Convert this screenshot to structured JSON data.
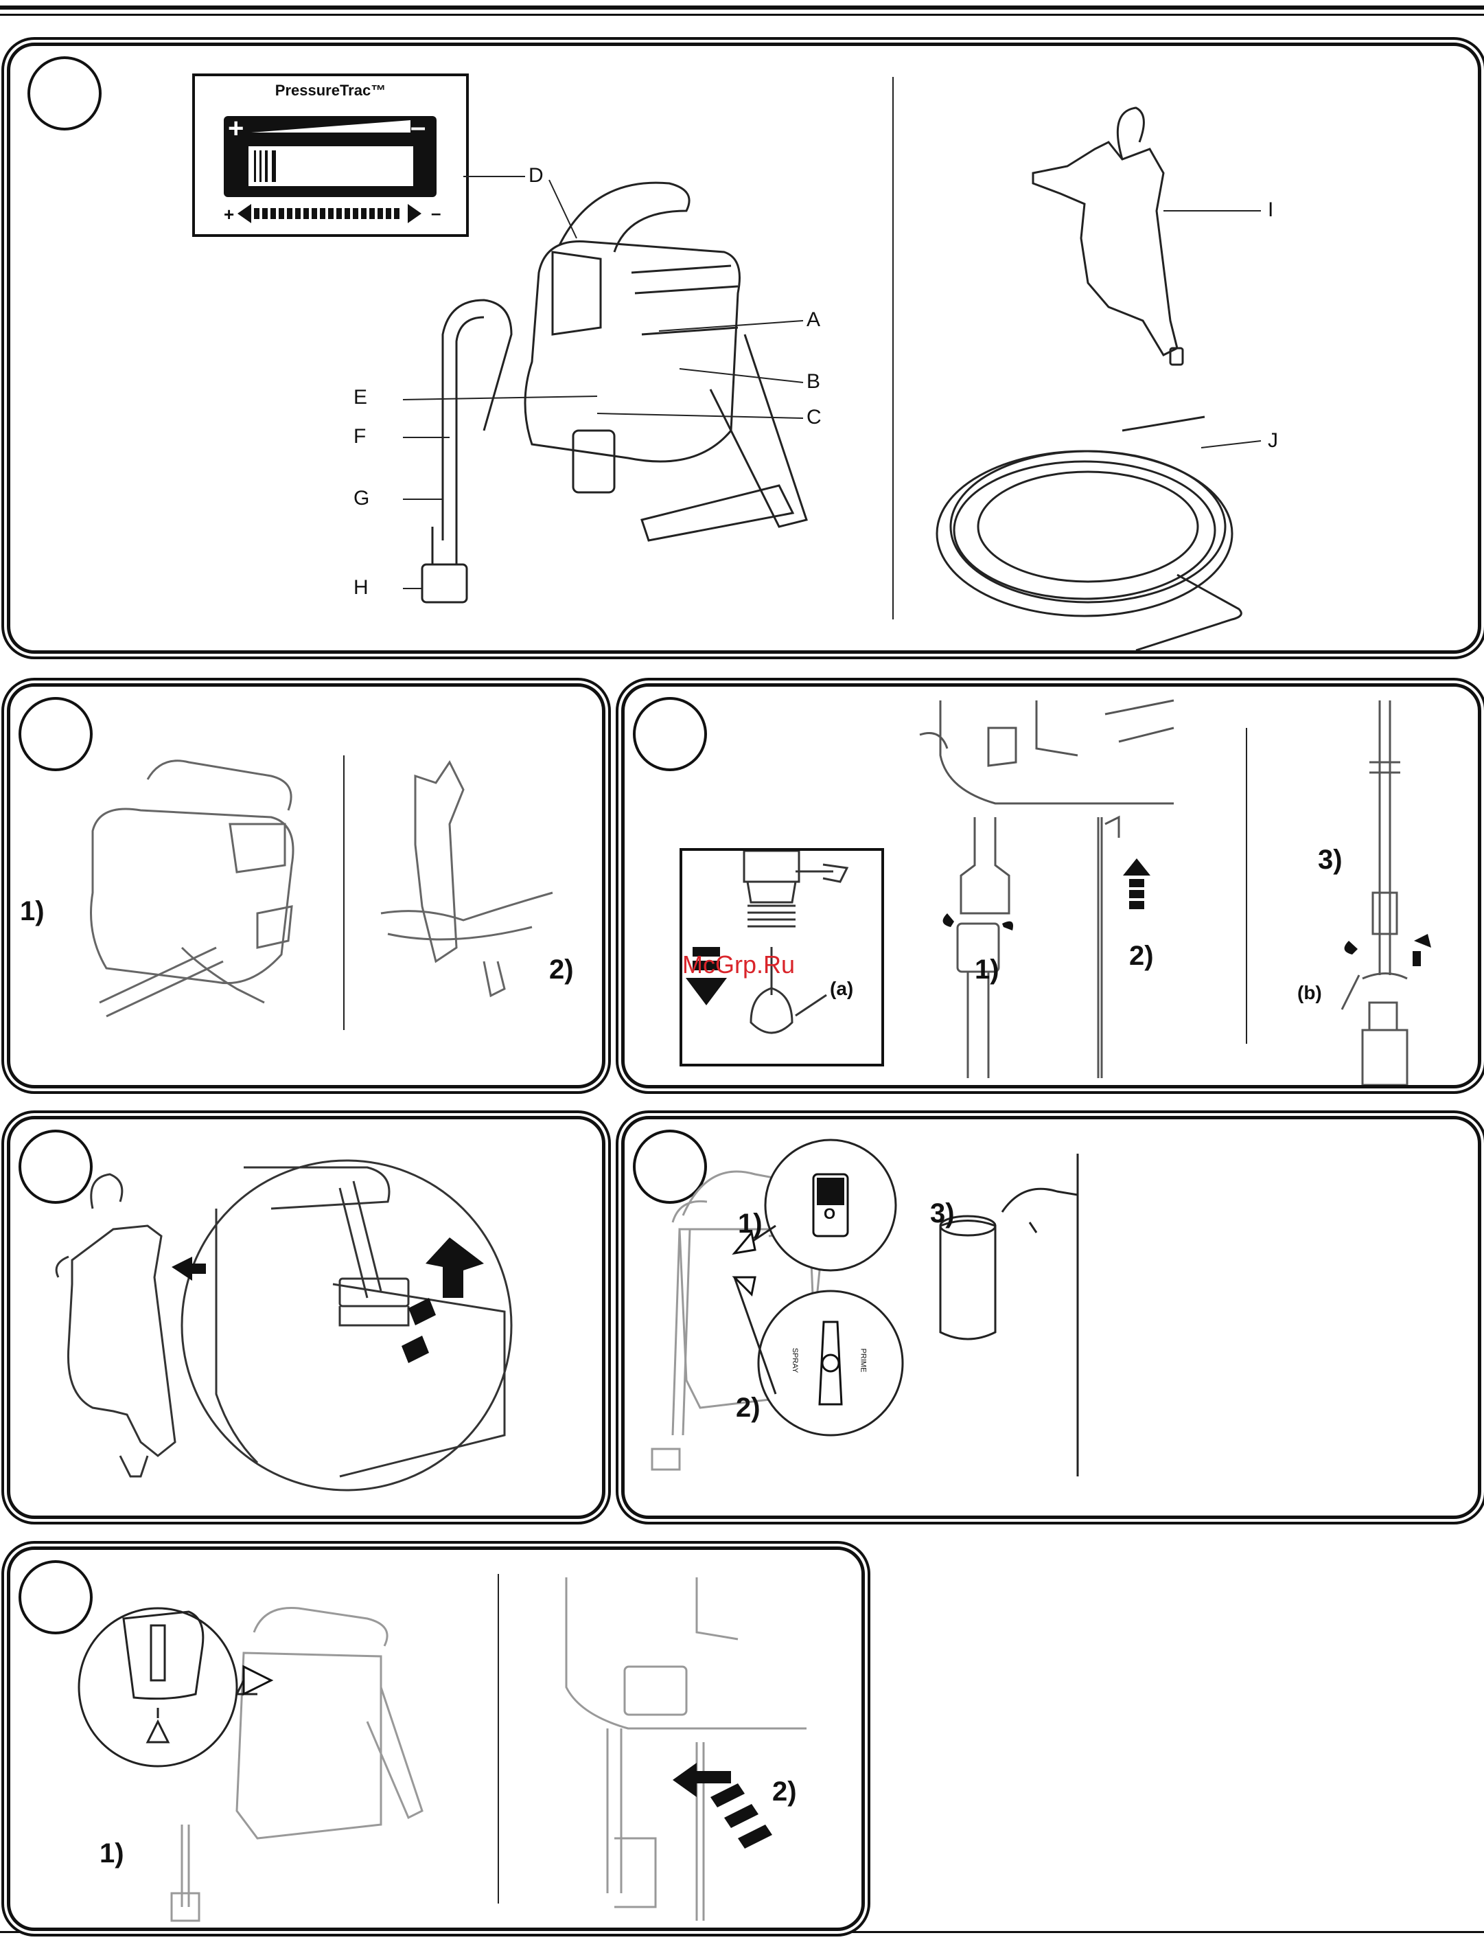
{
  "panel1": {
    "pressure_display_title": "PressureTrac™",
    "plus": "+",
    "minus": "–",
    "labels": {
      "A": "A",
      "B": "B",
      "C": "C",
      "D": "D",
      "E": "E",
      "F": "F",
      "G": "G",
      "H": "H",
      "I": "I",
      "J": "J"
    }
  },
  "panel2": {
    "step1": "1)",
    "step2": "2)"
  },
  "panel3": {
    "step1": "1)",
    "step2": "2)",
    "step3": "3)",
    "label_a": "(a)",
    "label_b": "(b)",
    "watermark": "McGrp.Ru"
  },
  "panel4": {},
  "panel5": {
    "step1": "1)",
    "step2": "2)",
    "step3": "3)",
    "switch_off": "O",
    "valve_spray": "SPRAY",
    "valve_prime": "PRIME"
  },
  "panel6": {
    "step1": "1)",
    "step2": "2)"
  },
  "icons": [
    "sprayer-unit",
    "spray-gun",
    "paint-hose",
    "pressure-display",
    "on-off-switch",
    "prime-spray-valve",
    "paint-bucket",
    "arrow"
  ]
}
